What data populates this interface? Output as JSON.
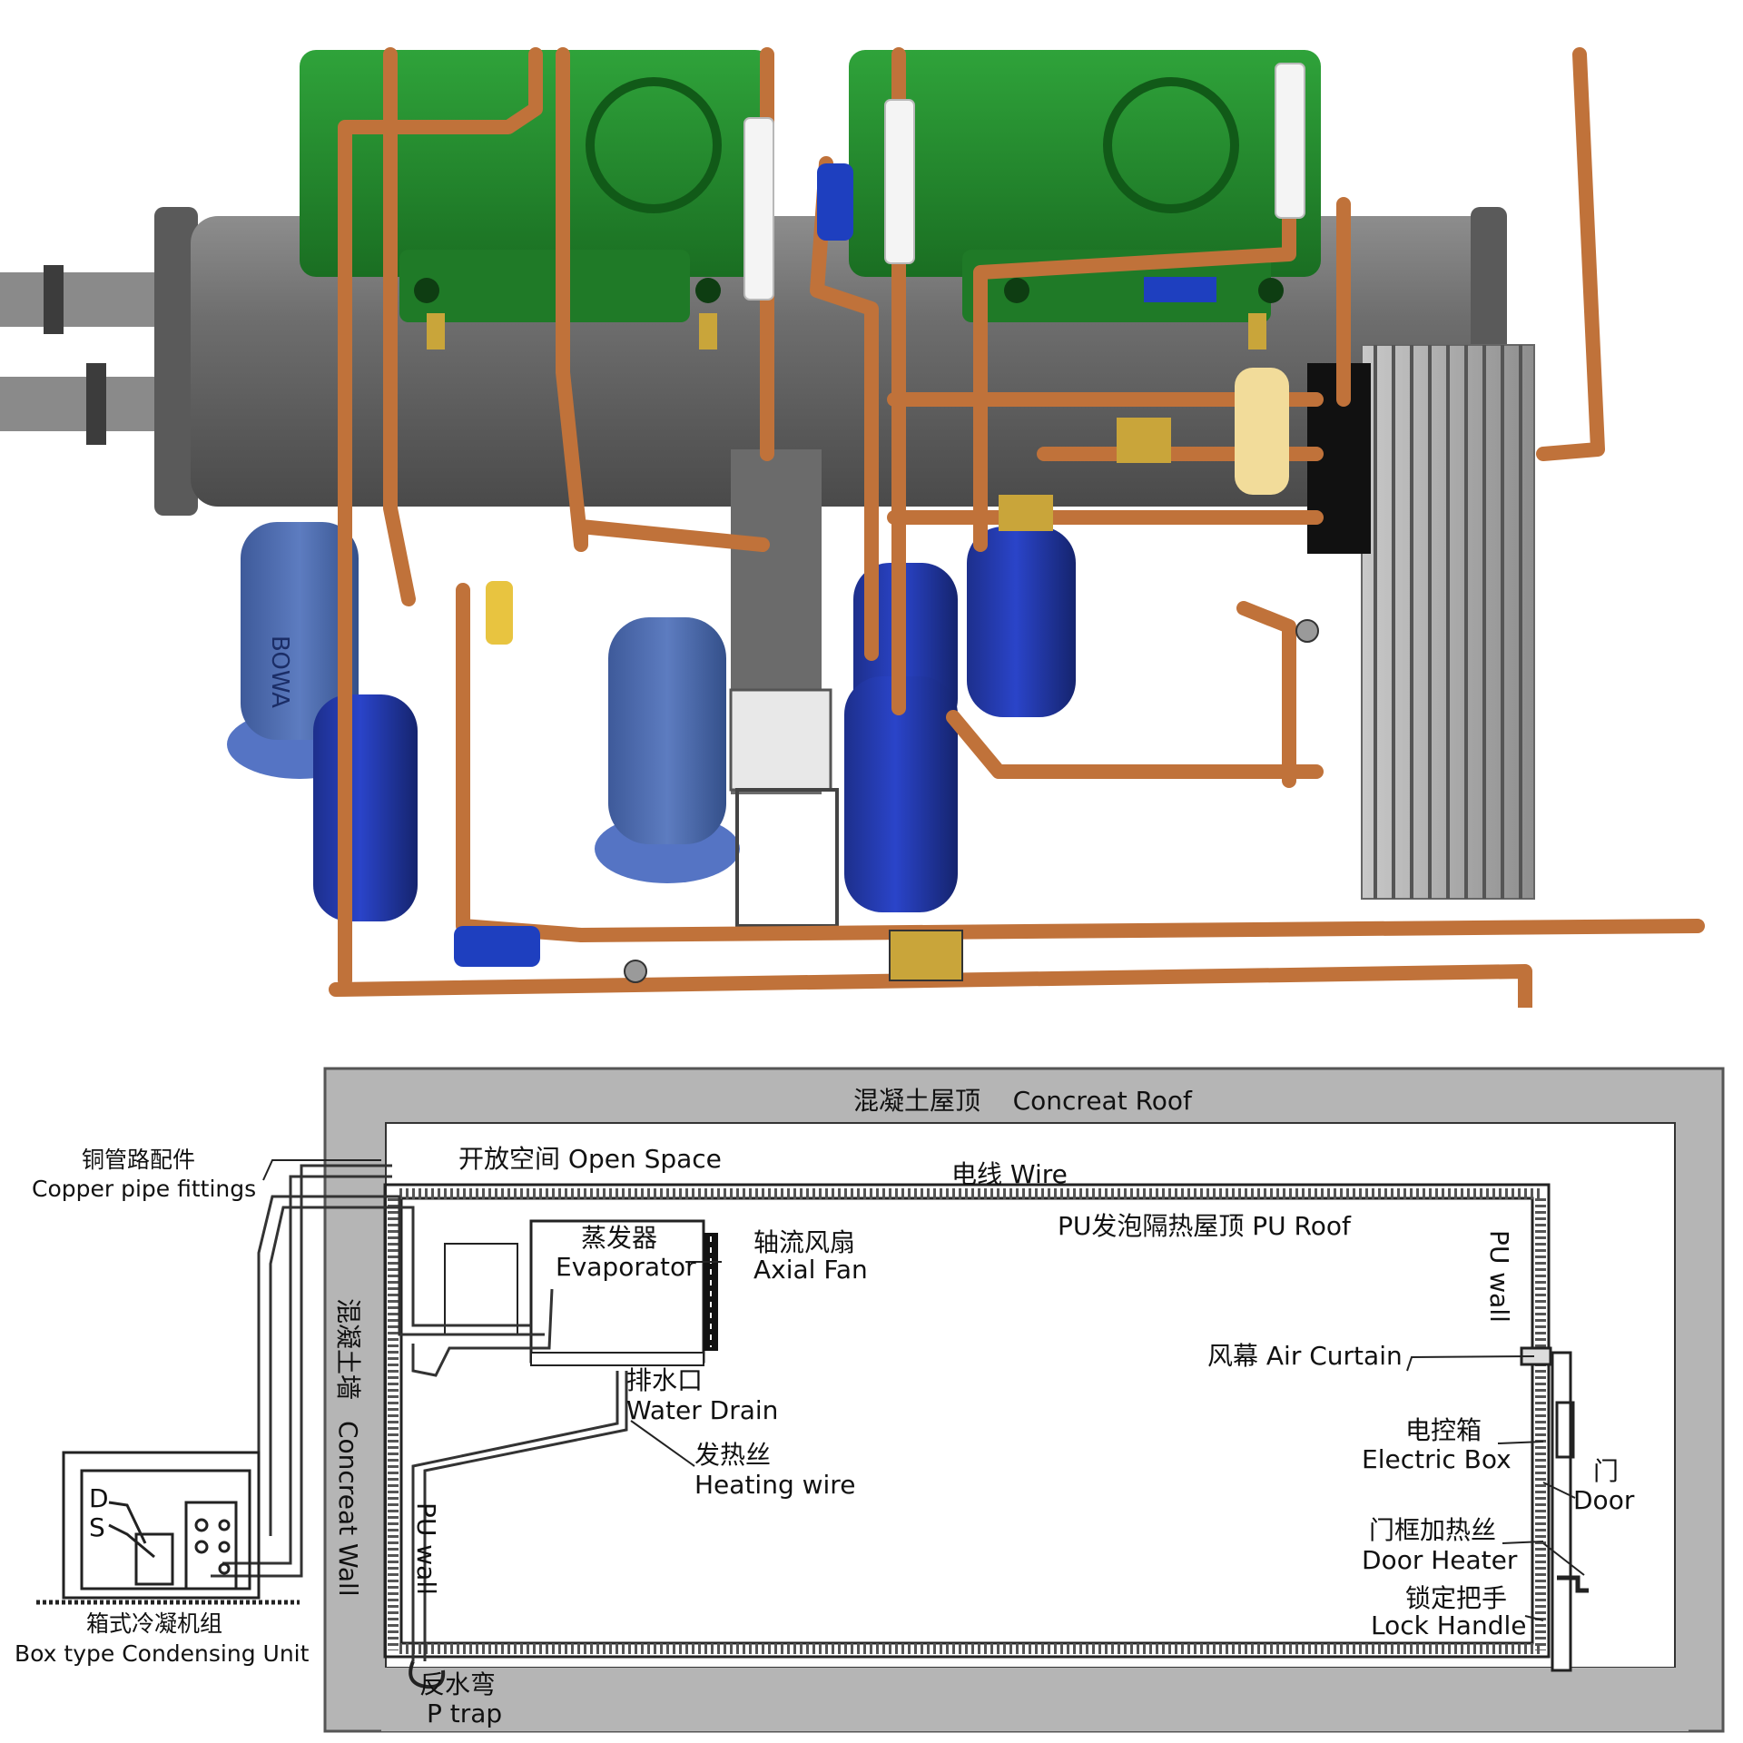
{
  "render": {
    "brand_mark": "BOWA"
  },
  "diagram": {
    "roof_label": "混凝土屋顶    Concreat Roof",
    "copper_cn": "铜管路配件",
    "copper_en": "Copper pipe fittings",
    "open_space": "开放空间 Open Space",
    "wire": "电线 Wire",
    "pu_roof": "PU发泡隔热屋顶 PU Roof",
    "evaporator_cn": "蒸发器",
    "evaporator_en": "Evaporator",
    "axial_fan_cn": "轴流风扇",
    "axial_fan_en": "Axial Fan",
    "pu_wall_right": "PU wall",
    "air_curtain": "风幕 Air Curtain",
    "concrete_wall_cn": "混凝土墙",
    "concrete_wall_en": "Concreat Wall",
    "water_drain_cn": "排水口",
    "water_drain_en": "Water Drain",
    "heating_wire_cn": "发热丝",
    "heating_wire_en": "Heating wire",
    "electric_box_cn": "电控箱",
    "electric_box_en": "Electric Box",
    "door_cn": "门",
    "door_en": "Door",
    "door_heater_cn": "门框加热丝",
    "door_heater_en": "Door Heater",
    "lock_handle_cn": "锁定把手",
    "lock_handle_en": "Lock Handle",
    "pu_wall_left": "PU wall",
    "p_trap_cn": "反水弯",
    "p_trap_en": "P trap",
    "d_label": "D",
    "s_label": "S",
    "condensing_cn": "箱式冷凝机组",
    "condensing_en": "Box type Condensing Unit"
  }
}
